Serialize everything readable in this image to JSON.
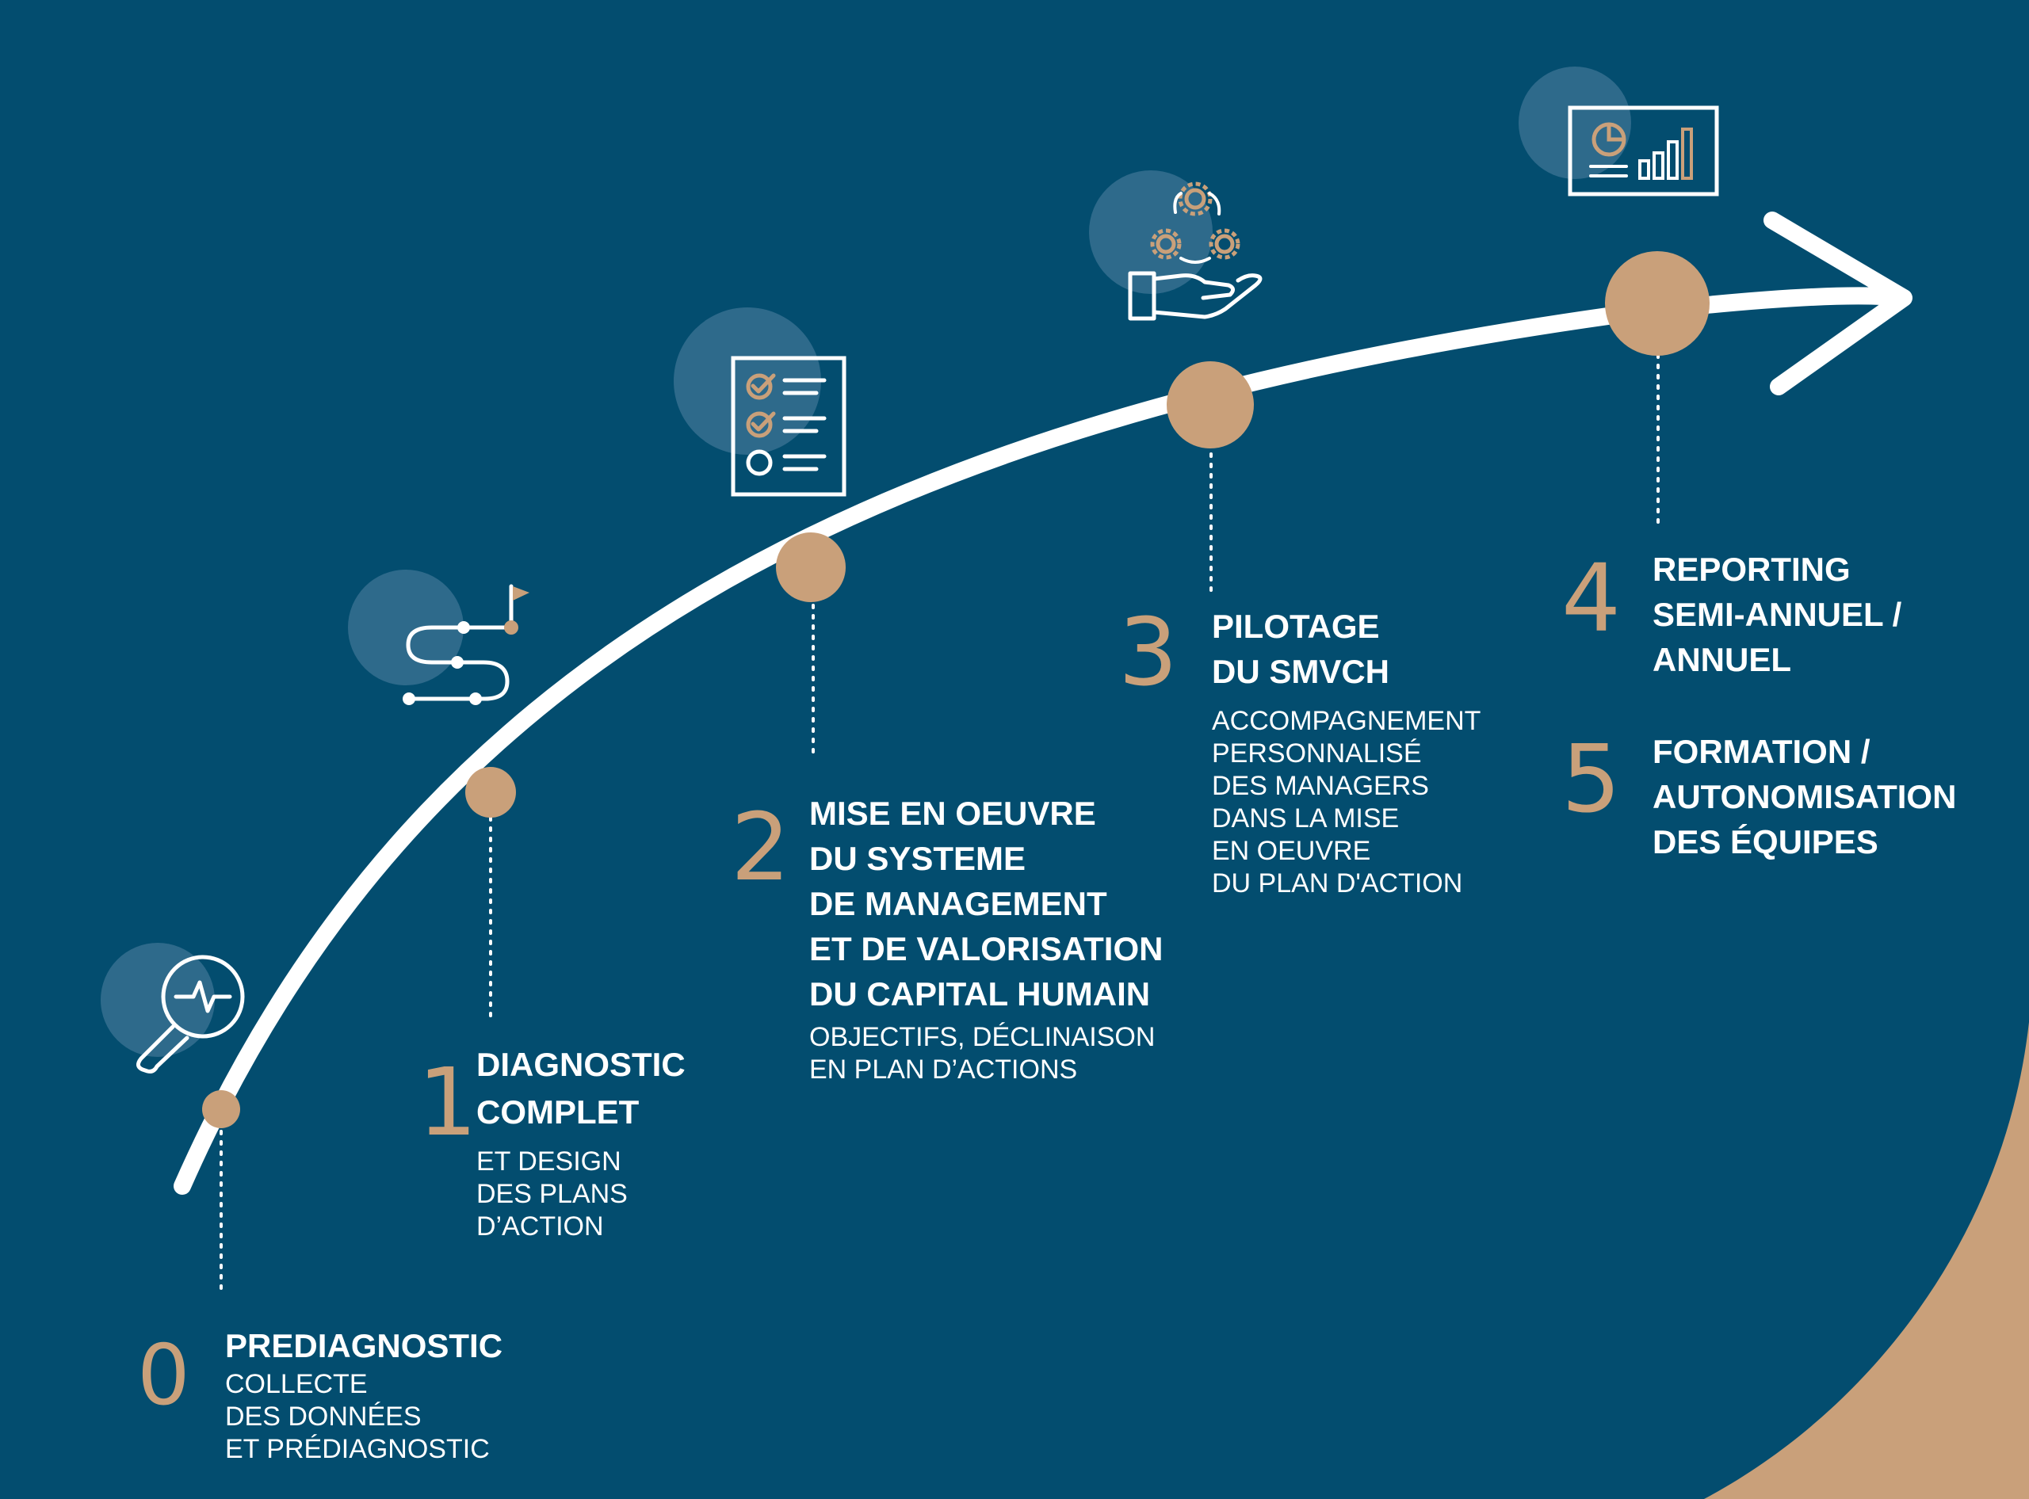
{
  "colors": {
    "background": "#034d6f",
    "accent": "#c9a07a",
    "curve": "#ffffff",
    "halo": "#3e7494"
  },
  "steps": [
    {
      "number": "0",
      "title": "PREDIAGNOSTIC",
      "description": "COLLECTE\nDES DONNÉES\nET PRÉDIAGNOSTIC",
      "icon": "magnifier-pulse-icon"
    },
    {
      "number": "1",
      "title": "DIAGNOSTIC\nCOMPLET",
      "description": "ET DESIGN\nDES PLANS\nD’ACTION",
      "icon": "roadmap-flag-icon"
    },
    {
      "number": "2",
      "title": "MISE EN OEUVRE\nDU SYSTEME\nDE MANAGEMENT\nET DE VALORISATION\nDU CAPITAL HUMAIN",
      "description": "OBJECTIFS, DÉCLINAISON\nEN PLAN D’ACTIONS",
      "icon": "checklist-icon"
    },
    {
      "number": "3",
      "title": "PILOTAGE\nDU SMVCH",
      "description": "ACCOMPAGNEMENT\nPERSONNALISÉ\nDES MANAGERS\nDANS LA MISE\nEN OEUVRE\nDU PLAN D'ACTION",
      "icon": "hand-gears-icon"
    },
    {
      "number": "4",
      "title": "REPORTING\nSEMI-ANNUEL /\nANNUEL",
      "description": "",
      "icon": "dashboard-chart-icon"
    },
    {
      "number": "5",
      "title": "FORMATION /\nAUTONOMISATION\nDES ÉQUIPES",
      "description": "",
      "icon": ""
    }
  ]
}
